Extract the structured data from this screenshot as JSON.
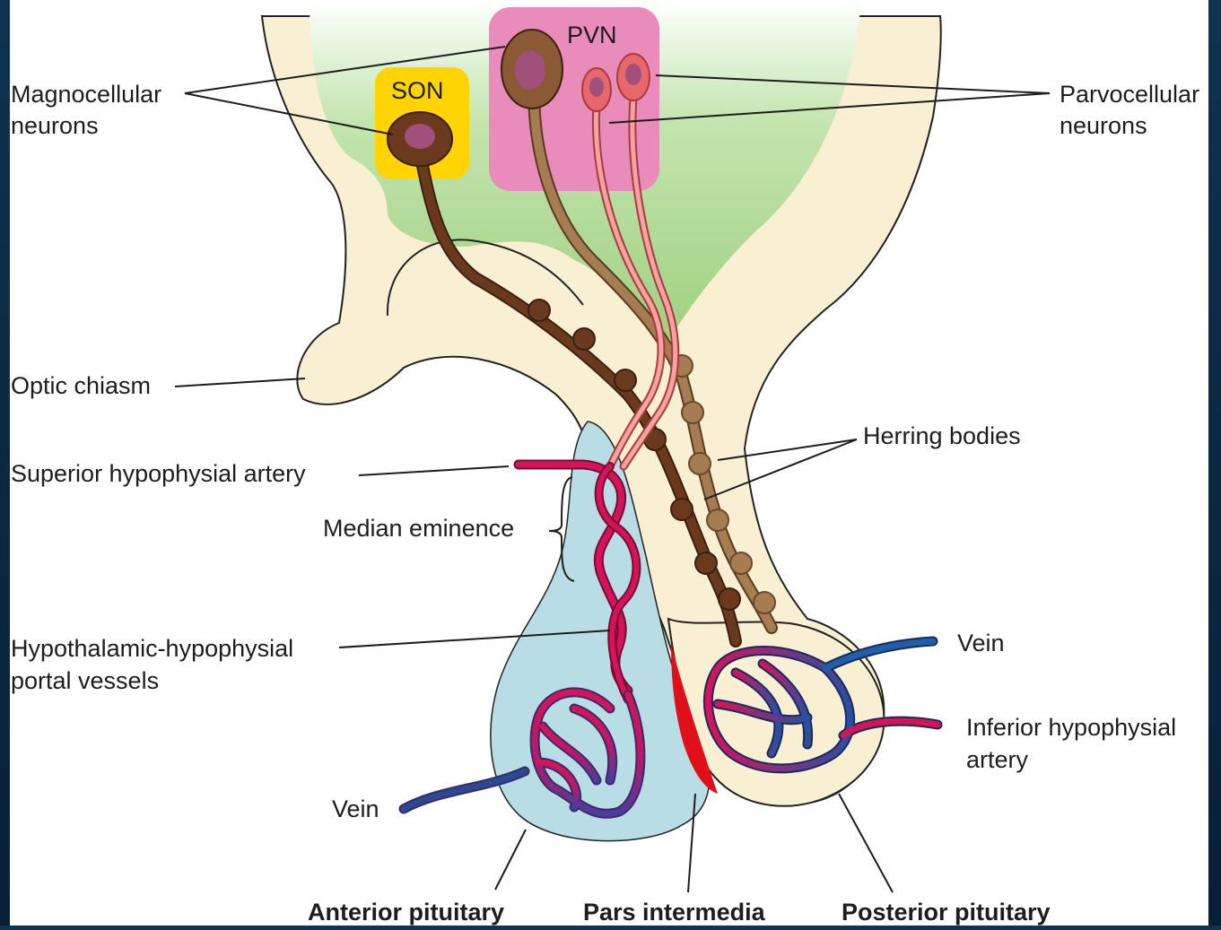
{
  "diagram": {
    "nuclei": {
      "son": "SON",
      "pvn": "PVN"
    },
    "labels": {
      "magnocellular": [
        "Magnocellular",
        "neurons"
      ],
      "parvocellular": [
        "Parvocellular",
        "neurons"
      ],
      "optic_chiasm": "Optic chiasm",
      "superior_artery": "Superior hypophysial artery",
      "median_eminence": "Median eminence",
      "portal_vessels": [
        "Hypothalamic-hypophysial",
        "portal vessels"
      ],
      "herring_bodies": "Herring bodies",
      "vein_right": "Vein",
      "inferior_artery": [
        "Inferior hypophysial",
        "artery"
      ],
      "vein_left": "Vein",
      "anterior_pituitary": "Anterior pituitary",
      "pars_intermedia": "Pars intermedia",
      "posterior_pituitary": "Posterior pituitary"
    },
    "colors": {
      "panel": "#ffffff",
      "tissue": "#f9efd2",
      "hypothalamus": "#c4e5b0",
      "anterior_lobe": "#b9dde5",
      "son_box": "#ffd400",
      "pvn_box": "#e98cbc",
      "magnocellular": "#6b3a1e",
      "parvocellular": "#e8676a",
      "herring": "#a67c52",
      "artery": "#d4145a",
      "vein": "#1f5fa8",
      "pars_intermedia": "#e0101b"
    }
  }
}
